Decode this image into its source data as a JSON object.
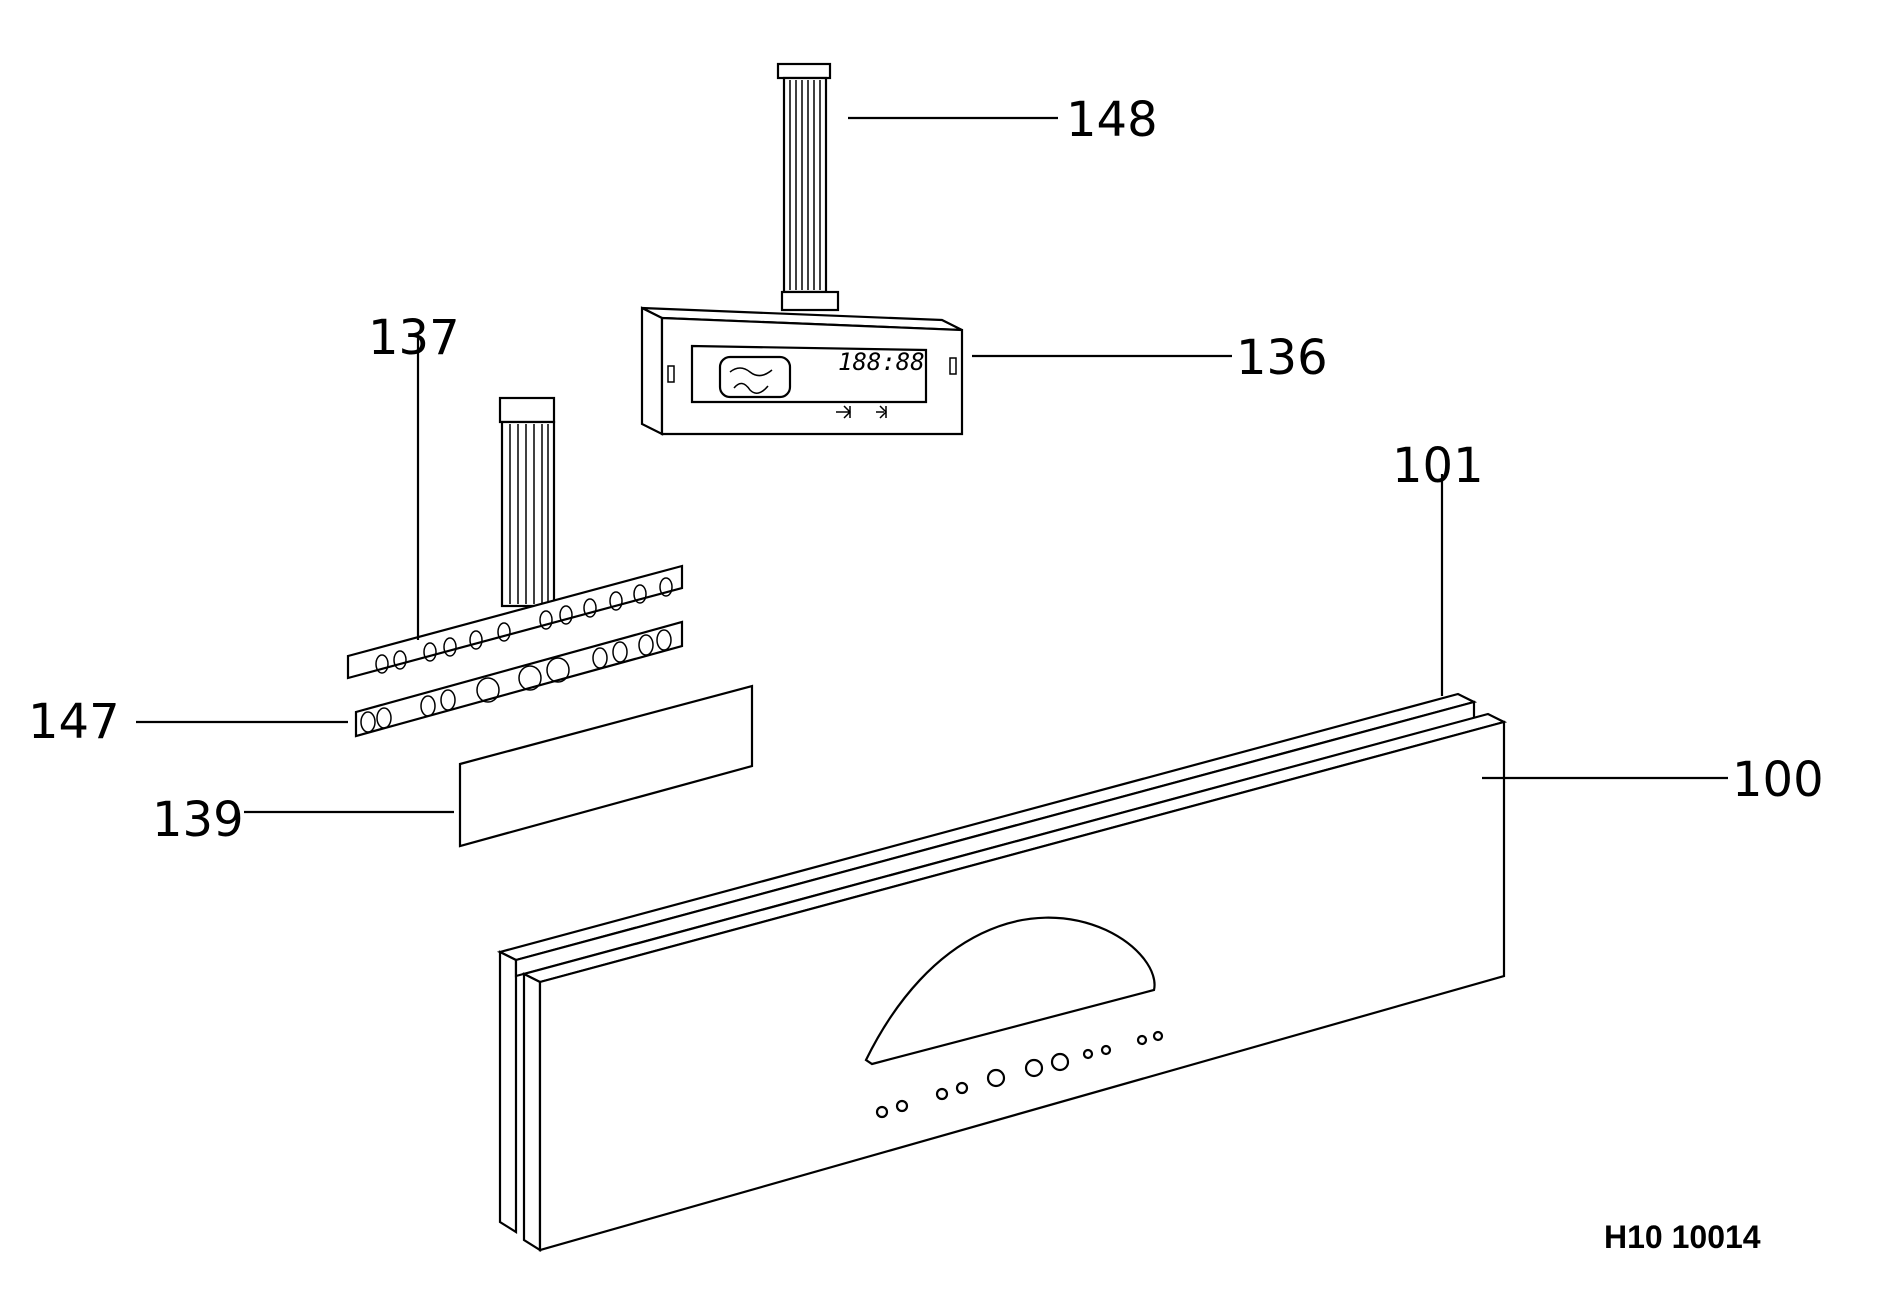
{
  "callouts": {
    "c148": "148",
    "c136": "136",
    "c137": "137",
    "c101": "101",
    "c147": "147",
    "c100": "100",
    "c139": "139"
  },
  "display_readout": "188:88",
  "drawing_ref": "H10 10014"
}
